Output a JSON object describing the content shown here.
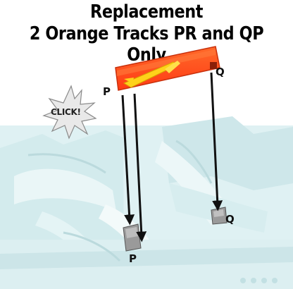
{
  "title": {
    "line1": "Replacement",
    "line2": "2 Orange Tracks PR and QP Only"
  },
  "labels": {
    "p_top": "P",
    "q_top": "Q",
    "q_bottom": "Q",
    "p_bottom": "P",
    "click": "CLICK!"
  },
  "colors": {
    "track_orange": "#ff4a1a",
    "track_yellow": "#ffd21a",
    "playset_blue": "#d6eef0",
    "arrow": "#111111"
  }
}
